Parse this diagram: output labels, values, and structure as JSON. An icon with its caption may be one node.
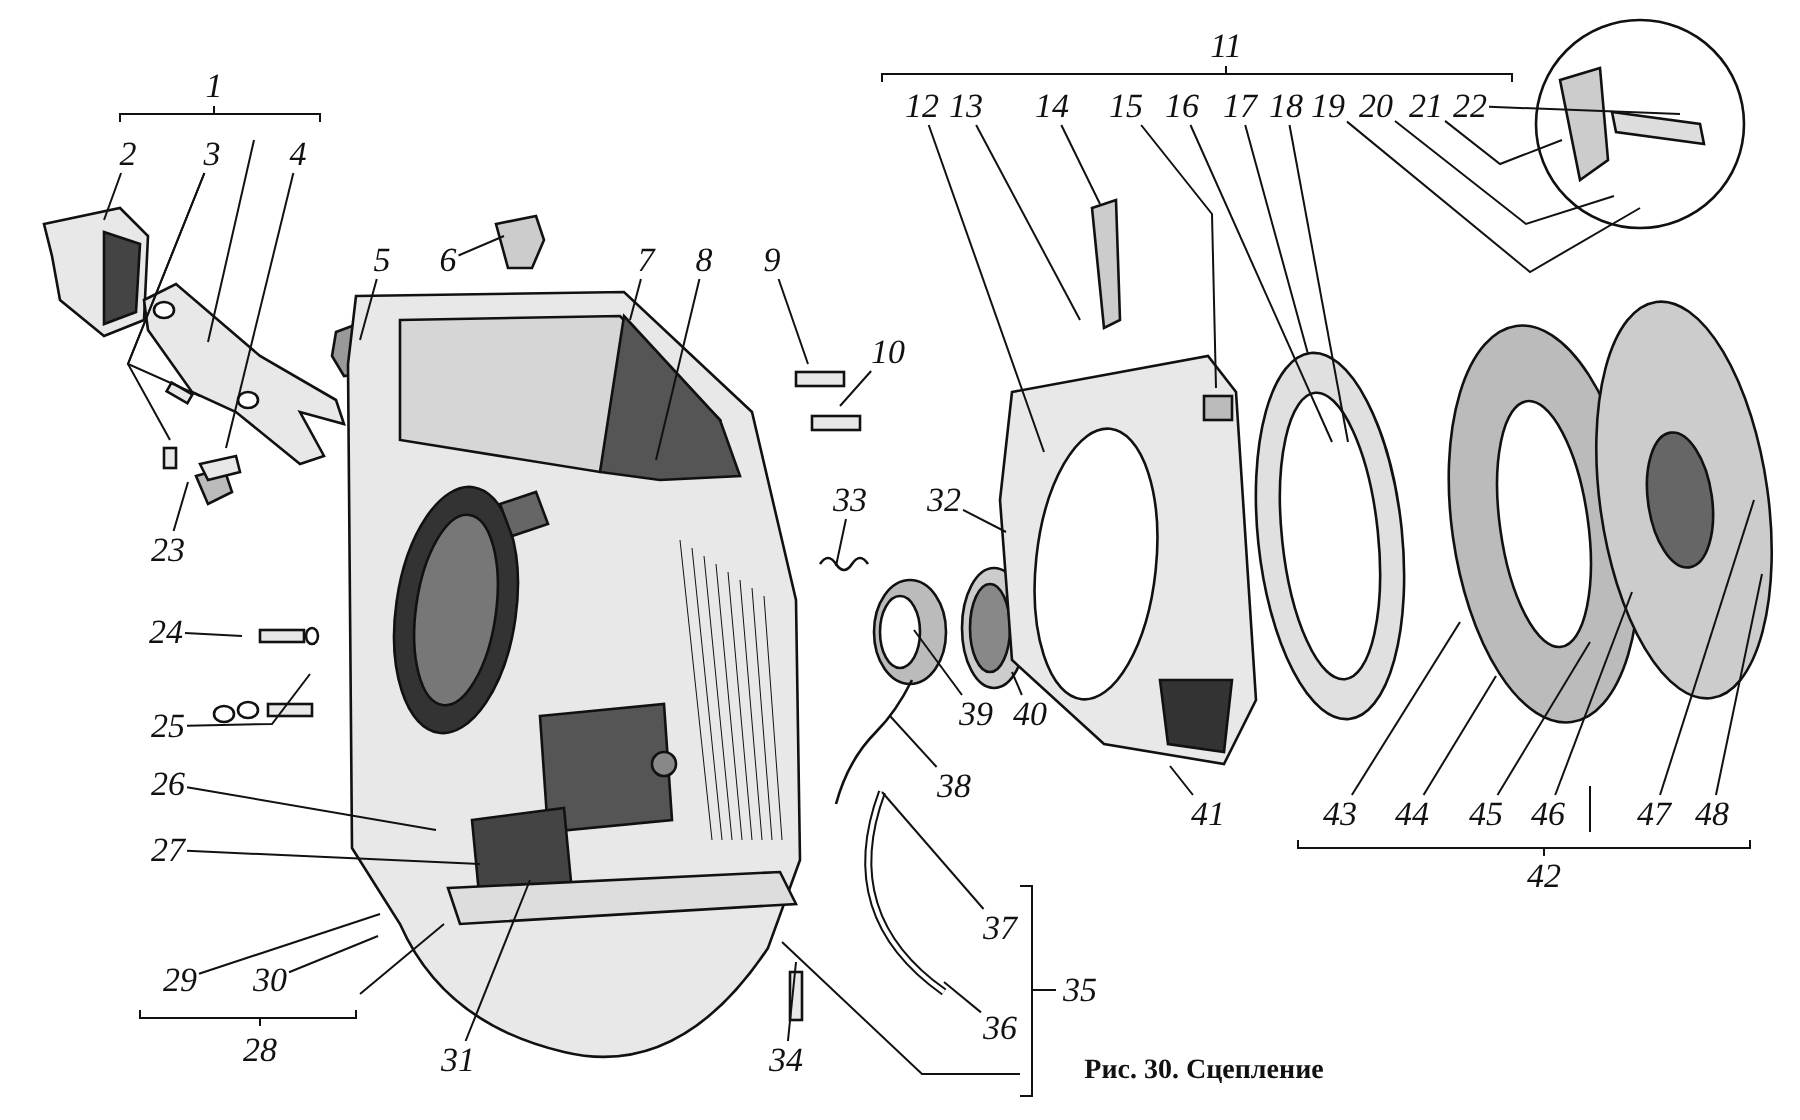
{
  "diagram": {
    "caption": "Рис. 30. Сцепление",
    "nodes": [
      {
        "text": [
          "12"
        ]
      },
      {
        "text": [
          "13"
        ]
      },
      {
        "text": [
          "14"
        ]
      },
      {
        "text": [
          "15"
        ]
      },
      {
        "text": [
          "16"
        ]
      },
      {
        "text": [
          "17"
        ]
      },
      {
        "text": [
          "18"
        ]
      },
      {
        "text": [
          "19"
        ]
      },
      {
        "text": [
          "20"
        ]
      },
      {
        "text": [
          "21"
        ]
      },
      {
        "text": [
          "22"
        ]
      },
      {
        "text": [
          "2"
        ]
      },
      {
        "text": [
          "3"
        ]
      },
      {
        "text": [
          "4"
        ]
      },
      {
        "text": [
          "5"
        ]
      },
      {
        "text": [
          "6"
        ]
      },
      {
        "text": [
          "7"
        ]
      },
      {
        "text": [
          "8"
        ]
      },
      {
        "text": [
          "9"
        ]
      },
      {
        "text": [
          "10"
        ]
      },
      {
        "text": [
          "33"
        ]
      },
      {
        "text": [
          "32"
        ]
      },
      {
        "text": [
          "23"
        ]
      },
      {
        "text": [
          "24"
        ]
      },
      {
        "text": [
          "39"
        ]
      },
      {
        "text": [
          "40"
        ]
      },
      {
        "text": [
          "25"
        ]
      },
      {
        "text": [
          "26"
        ]
      },
      {
        "text": [
          "38"
        ]
      },
      {
        "text": [
          "41"
        ]
      },
      {
        "text": [
          "43"
        ]
      },
      {
        "text": [
          "44"
        ]
      },
      {
        "text": [
          "45"
        ]
      },
      {
        "text": [
          "46"
        ]
      },
      {
        "text": [
          "47"
        ]
      },
      {
        "text": [
          "48"
        ]
      },
      {
        "text": [
          "27"
        ]
      },
      {
        "text": [
          "37"
        ]
      },
      {
        "text": [
          "29"
        ]
      },
      {
        "text": [
          "30"
        ]
      },
      {
        "text": [
          "36"
        ]
      },
      {
        "text": [
          "31"
        ]
      },
      {
        "text": [
          "34"
        ]
      }
    ],
    "edges": [
      {
        "from": 0,
        "to": null,
        "arrow": "none"
      },
      {
        "from": 1,
        "to": null,
        "arrow": "none"
      },
      {
        "from": 2,
        "to": null,
        "arrow": "none"
      },
      {
        "from": 3,
        "to": null,
        "arrow": "none"
      },
      {
        "from": 4,
        "to": null,
        "arrow": "none"
      },
      {
        "from": 5,
        "to": null,
        "arrow": "none"
      },
      {
        "from": 6,
        "to": null,
        "arrow": "none"
      },
      {
        "from": 7,
        "to": null,
        "arrow": "none"
      },
      {
        "from": 8,
        "to": null,
        "arrow": "none"
      },
      {
        "from": 9,
        "to": null,
        "arrow": "none"
      },
      {
        "from": 10,
        "to": null,
        "arrow": "none"
      },
      {
        "from": 11,
        "to": null,
        "arrow": "none"
      },
      {
        "from": 12,
        "to": null,
        "arrow": "none"
      },
      {
        "from": 12,
        "to": null,
        "arrow": "none"
      },
      {
        "from": 13,
        "to": null,
        "arrow": "none"
      },
      {
        "from": 14,
        "to": null,
        "arrow": "none"
      },
      {
        "from": 15,
        "to": null,
        "arrow": "none"
      },
      {
        "from": 16,
        "to": null,
        "arrow": "none"
      },
      {
        "from": 17,
        "to": null,
        "arrow": "none"
      },
      {
        "from": 18,
        "to": null,
        "arrow": "none"
      },
      {
        "from": 19,
        "to": null,
        "arrow": "none"
      },
      {
        "from": 20,
        "to": null,
        "arrow": "none"
      },
      {
        "from": 21,
        "to": null,
        "arrow": "none"
      },
      {
        "from": 22,
        "to": null,
        "arrow": "none"
      },
      {
        "from": 23,
        "to": null,
        "arrow": "none"
      },
      {
        "from": 24,
        "to": null,
        "arrow": "none"
      },
      {
        "from": 25,
        "to": null,
        "arrow": "none"
      },
      {
        "from": 26,
        "to": null,
        "arrow": "none"
      },
      {
        "from": 27,
        "to": null,
        "arrow": "none"
      },
      {
        "from": 28,
        "to": null,
        "arrow": "none"
      },
      {
        "from": 29,
        "to": null,
        "arrow": "none"
      },
      {
        "from": 30,
        "to": null,
        "arrow": "none"
      },
      {
        "from": 31,
        "to": null,
        "arrow": "none"
      },
      {
        "from": 32,
        "to": null,
        "arrow": "none"
      },
      {
        "from": 33,
        "to": null,
        "arrow": "none"
      },
      {
        "from": 34,
        "to": null,
        "arrow": "none"
      },
      {
        "from": 35,
        "to": null,
        "arrow": "none"
      },
      {
        "from": 36,
        "to": null,
        "arrow": "none"
      },
      {
        "from": 37,
        "to": null,
        "arrow": "none"
      },
      {
        "from": 38,
        "to": null,
        "arrow": "none"
      },
      {
        "from": 39,
        "to": null,
        "arrow": "none"
      },
      {
        "from": 40,
        "to": null,
        "arrow": "none"
      },
      {
        "from": 41,
        "to": null,
        "arrow": "none"
      },
      {
        "from": 42,
        "to": null,
        "arrow": "none"
      }
    ],
    "labels": [
      "11",
      "1",
      "42",
      "35",
      "28"
    ]
  }
}
